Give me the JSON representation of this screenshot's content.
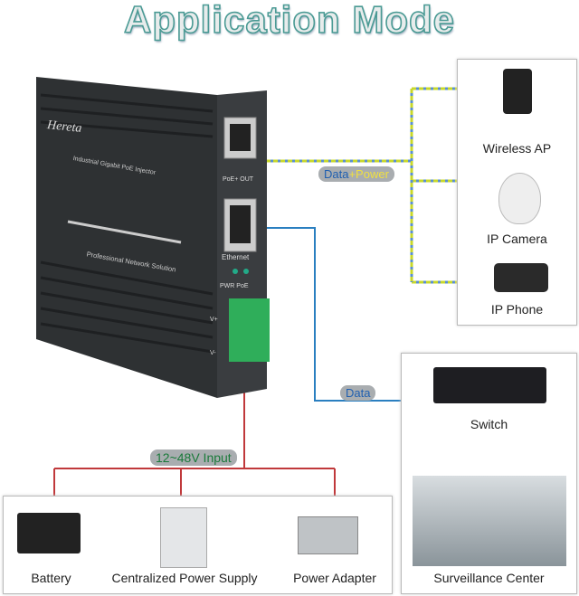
{
  "title": "Application Mode",
  "device": {
    "brand": "Hereta",
    "product": "Industrial Gigabit PoE Injector",
    "slogan": "Professional Network Solution",
    "port_out": "PoE+ OUT",
    "port_in": "Ethernet",
    "leds": "PWR PoE",
    "vplus": "V+",
    "vminus": "V-"
  },
  "labels": {
    "data_power_a": "Data",
    "data_power_b": "+Power",
    "data": "Data",
    "input": "12~48V Input"
  },
  "devices_right": [
    "Wireless AP",
    "IP Camera",
    "IP Phone"
  ],
  "switch": "Switch",
  "surveillance": "Surveillance Center",
  "power_sources": [
    "Battery",
    "Centralized Power Supply",
    "Power Adapter"
  ],
  "colors": {
    "poe_line": "#c8d82a",
    "data_line": "#2a7fc0",
    "power_line": "#c0393b",
    "terminal": "#2fae5a"
  }
}
